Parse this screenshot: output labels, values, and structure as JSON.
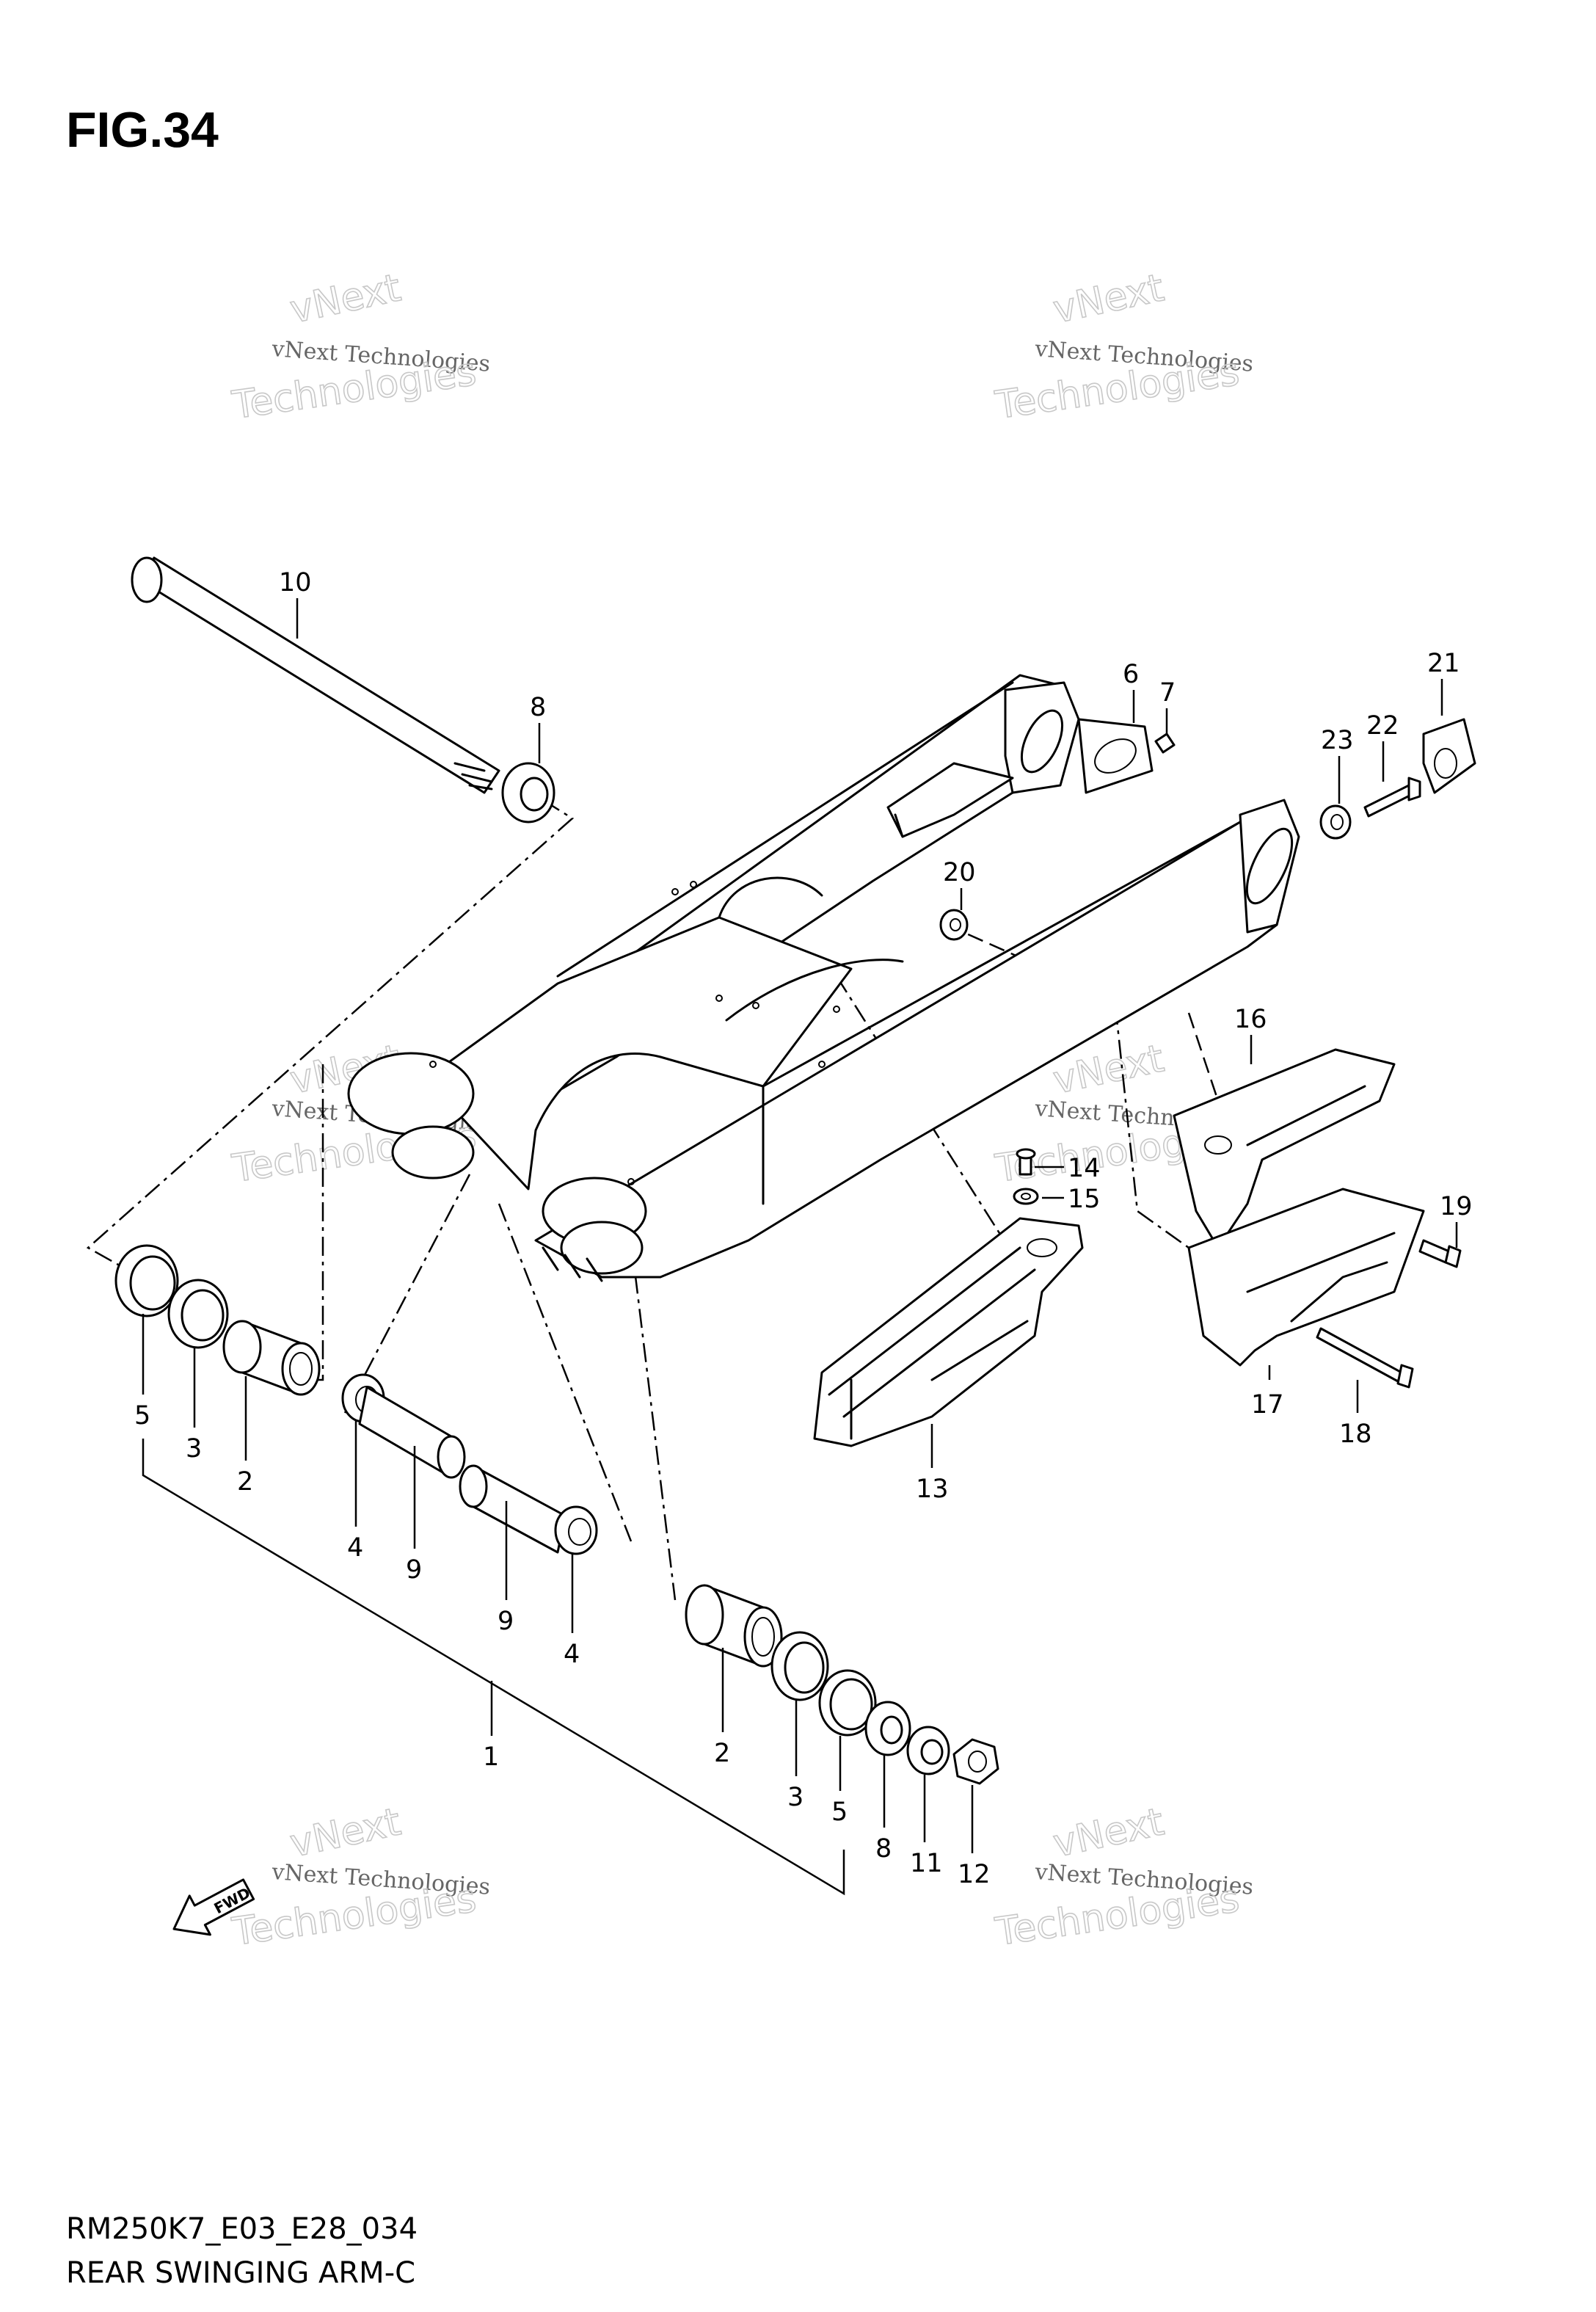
{
  "figure": {
    "title": "FIG.34",
    "model_code": "RM250K7_E03_E28_034",
    "caption": "REAR SWINGING ARM-C",
    "fwd_label": "FWD"
  },
  "watermark": {
    "brand": "vNext",
    "line": "vNext Technologies",
    "big": "Technologies"
  },
  "callouts": [
    {
      "id": "c10",
      "text": "10"
    },
    {
      "id": "c8a",
      "text": "8"
    },
    {
      "id": "c6",
      "text": "6"
    },
    {
      "id": "c7",
      "text": "7"
    },
    {
      "id": "c21",
      "text": "21"
    },
    {
      "id": "c23",
      "text": "23"
    },
    {
      "id": "c22",
      "text": "22"
    },
    {
      "id": "c20",
      "text": "20"
    },
    {
      "id": "c16",
      "text": "16"
    },
    {
      "id": "c14",
      "text": "14"
    },
    {
      "id": "c15",
      "text": "15"
    },
    {
      "id": "c19",
      "text": "19"
    },
    {
      "id": "c17",
      "text": "17"
    },
    {
      "id": "c18",
      "text": "18"
    },
    {
      "id": "c13",
      "text": "13"
    },
    {
      "id": "c5a",
      "text": "5"
    },
    {
      "id": "c3a",
      "text": "3"
    },
    {
      "id": "c2a",
      "text": "2"
    },
    {
      "id": "c4a",
      "text": "4"
    },
    {
      "id": "c9a",
      "text": "9"
    },
    {
      "id": "c9b",
      "text": "9"
    },
    {
      "id": "c4b",
      "text": "4"
    },
    {
      "id": "c1",
      "text": "1"
    },
    {
      "id": "c2b",
      "text": "2"
    },
    {
      "id": "c3b",
      "text": "3"
    },
    {
      "id": "c5b",
      "text": "5"
    },
    {
      "id": "c8b",
      "text": "8"
    },
    {
      "id": "c11",
      "text": "11"
    },
    {
      "id": "c12",
      "text": "12"
    }
  ]
}
